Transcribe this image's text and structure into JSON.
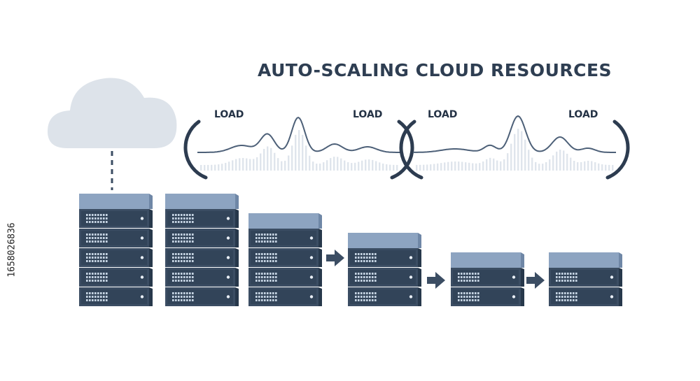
{
  "title": "AUTO-SCALING CLOUD RESOURCES",
  "side_id": "1658026836",
  "load_label": "LOAD",
  "colors": {
    "server_body": "#3b4d63",
    "server_face": "#324459",
    "server_side": "#27384b",
    "server_cap": "#8da4c1",
    "server_cap_side": "#6f87a6",
    "vent": "#c5d3e2",
    "led": "#e8eef5",
    "cloud": "#dde3ea",
    "wave": "#4d6078",
    "wave_bars": "#dfe5ec",
    "bracket": "#2d3c50",
    "arrow": "#3b4d63",
    "title": "#2e3e52"
  },
  "server_stacks": [
    {
      "id": "stack-1",
      "units": 5
    },
    {
      "id": "stack-2",
      "units": 5
    },
    {
      "id": "stack-3",
      "units": 4
    },
    {
      "id": "stack-4",
      "units": 3
    },
    {
      "id": "stack-5",
      "units": 2
    },
    {
      "id": "stack-6",
      "units": 2
    }
  ],
  "load_gauges": [
    {
      "id": "gauge-left"
    },
    {
      "id": "gauge-right"
    }
  ]
}
